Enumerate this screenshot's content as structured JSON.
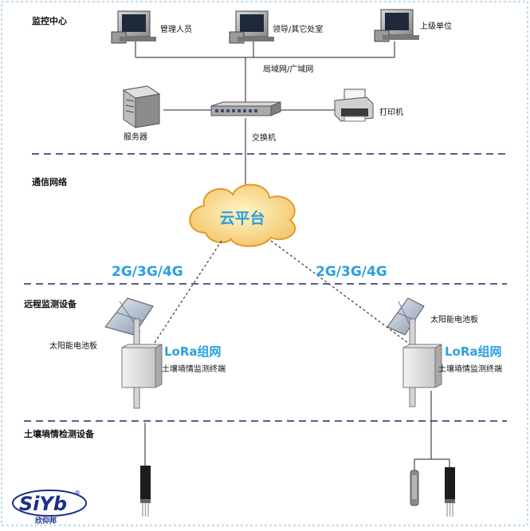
{
  "sections": {
    "monitor_center": "监控中心",
    "comm_network": "通信网络",
    "remote_device": "远程监测设备",
    "soil_device": "土壤墒情检测设备"
  },
  "monitor": {
    "admin": "管理人员",
    "leader": "领导/其它处室",
    "superior": "上级单位",
    "lan_wan": "局域网/广域网",
    "server": "服务器",
    "switch": "交换机",
    "printer": "打印机"
  },
  "network": {
    "cloud": "云平台",
    "left_link": "2G/3G/4G",
    "right_link": "2G/3G/4G"
  },
  "stations": {
    "left": {
      "solar": "太阳能电池板",
      "lora": "LoRa组网",
      "terminal": "土壤墒情监测终端"
    },
    "right": {
      "solar": "太阳能电池板",
      "lora": "LoRa组网",
      "terminal": "土壤墒情监测终端"
    }
  },
  "brand": {
    "logo": "SiYb",
    "name": "欣仰邦",
    "mark": "®"
  },
  "colors": {
    "accent": "#2aa0e0",
    "divider": "#1f2a6b",
    "border": "#7fb3d9",
    "brand": "#1a2f8a"
  }
}
